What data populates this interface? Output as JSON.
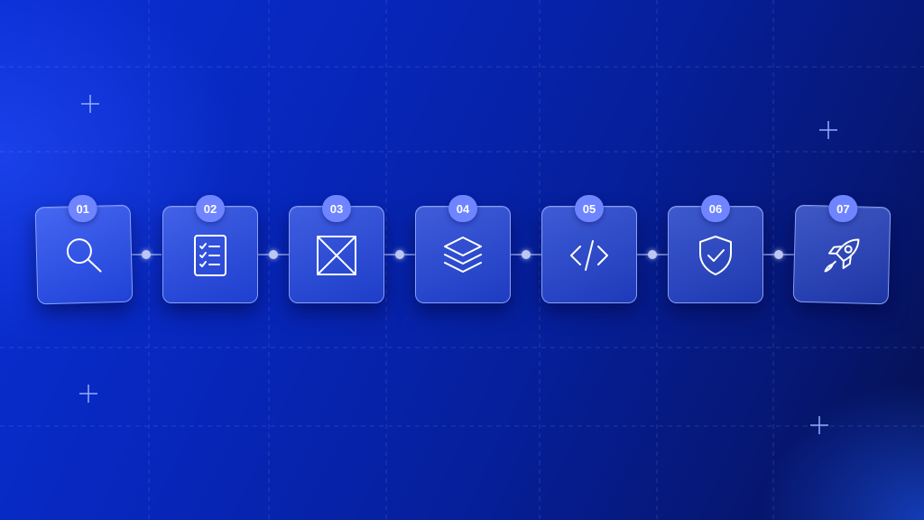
{
  "colors": {
    "background_start": "#0a2fd6",
    "background_end": "#050f4a",
    "card_border": "#96afff",
    "badge": "#6f84ff",
    "icon": "#ffffff"
  },
  "steps": [
    {
      "number": "01",
      "icon": "magnifier-icon"
    },
    {
      "number": "02",
      "icon": "checklist-icon"
    },
    {
      "number": "03",
      "icon": "wireframe-icon"
    },
    {
      "number": "04",
      "icon": "layers-icon"
    },
    {
      "number": "05",
      "icon": "code-icon"
    },
    {
      "number": "06",
      "icon": "shield-check-icon"
    },
    {
      "number": "07",
      "icon": "rocket-icon"
    }
  ]
}
